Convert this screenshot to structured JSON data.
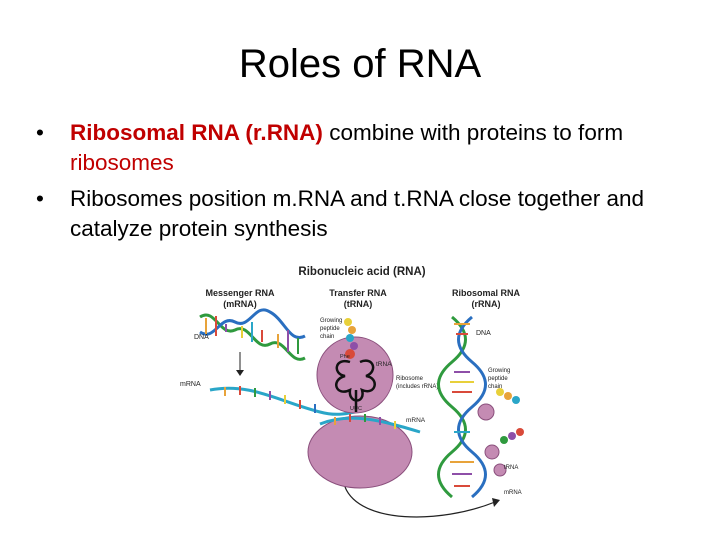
{
  "slide": {
    "title": "Roles of RNA",
    "bullets": [
      {
        "marker": "•",
        "parts": [
          {
            "text": "Ribosomal RNA (r.RNA)",
            "style": "red-bold"
          },
          {
            "text": " combine with proteins to form ",
            "style": "plain"
          },
          {
            "text": "ribosomes",
            "style": "red"
          }
        ]
      },
      {
        "marker": "•",
        "parts": [
          {
            "text": "Ribosomes position m.RNA and t.RNA close together and catalyze protein synthesis",
            "style": "plain"
          }
        ]
      }
    ]
  },
  "figure": {
    "title": "Ribonucleic acid (RNA)",
    "columns": {
      "mrna": {
        "line1": "Messenger RNA",
        "line2": "(mRNA)"
      },
      "trna": {
        "line1": "Transfer RNA",
        "line2": "(tRNA)"
      },
      "rrna": {
        "line1": "Ribosomal RNA",
        "line2": "(rRNA)"
      }
    },
    "labels": {
      "dna_left": "DNA",
      "mrna_left": "mRNA",
      "growing_chain_mid": [
        "Growing",
        "peptide",
        "chain"
      ],
      "phe": "Phe",
      "trna_mid": "tRNA",
      "ribosome_mid": [
        "Ribosome",
        "(includes rRNA)"
      ],
      "codon_label": "UUC",
      "mrna_mid": "mRNA",
      "dna_right": "DNA",
      "growing_chain_right": [
        "Growing",
        "peptide",
        "chain"
      ],
      "trna_right": "tRNA",
      "mrna_right": "mRNA"
    },
    "colors": {
      "ribosome": "#c48bb3",
      "mrna_strand": "#2aa6c8",
      "dna_green": "#2f9a3e",
      "dna_blue": "#2a6fc0",
      "accent_red": "#c00000"
    }
  }
}
